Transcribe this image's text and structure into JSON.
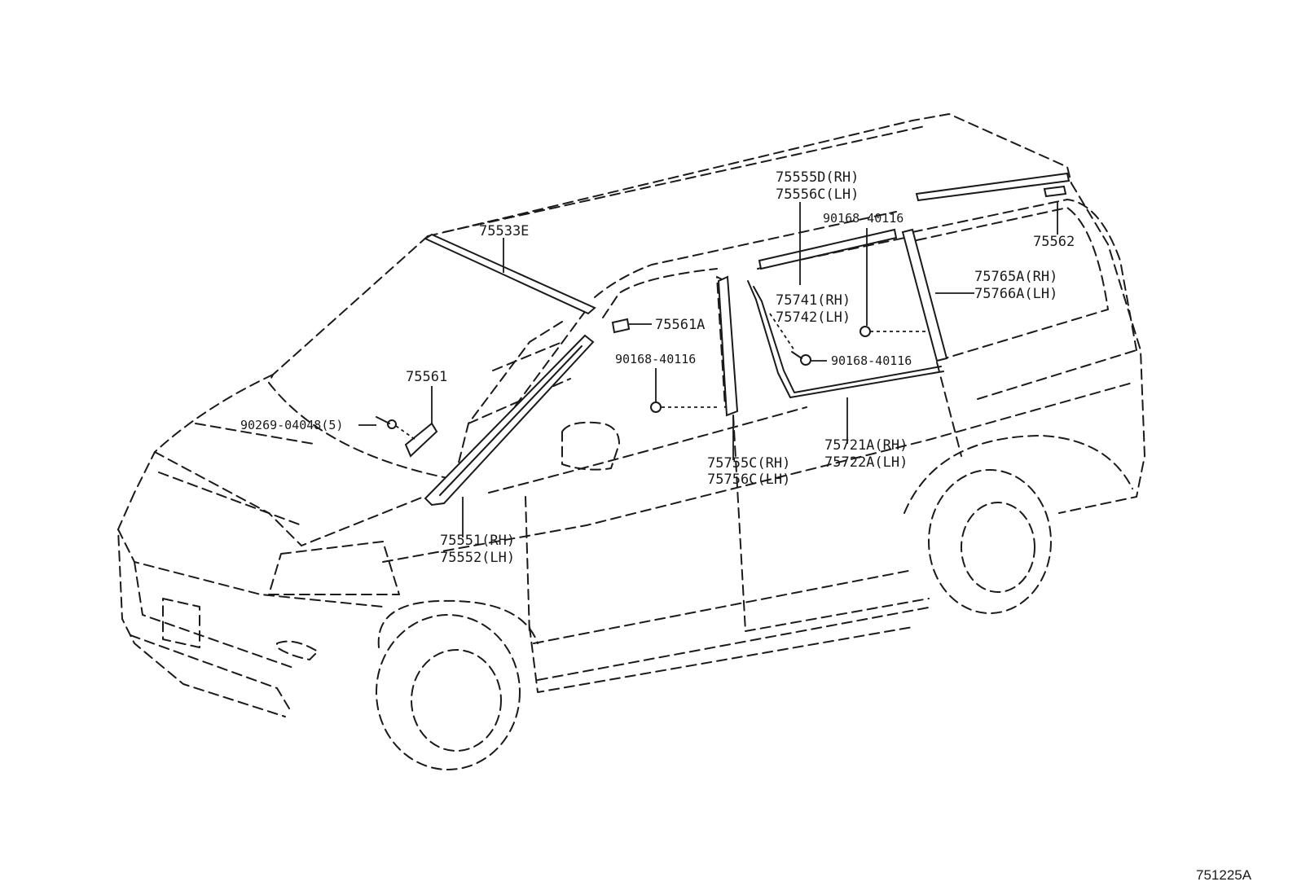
{
  "figure_id": "751225A",
  "callouts": [
    {
      "id": "c-75533e",
      "lines": [
        "75533E"
      ]
    },
    {
      "id": "c-75555d",
      "lines": [
        "75555D(RH)",
        "75556C(LH)"
      ]
    },
    {
      "id": "c-75562",
      "lines": [
        "75562"
      ]
    },
    {
      "id": "c-75741",
      "lines": [
        "75741(RH)",
        "75742(LH)"
      ]
    },
    {
      "id": "c-90168-a",
      "lines": [
        "90168-40116"
      ]
    },
    {
      "id": "c-75765a",
      "lines": [
        "75765A(RH)",
        "75766A(LH)"
      ]
    },
    {
      "id": "c-75561a",
      "lines": [
        "75561A"
      ]
    },
    {
      "id": "c-90168-b",
      "lines": [
        "90168-40116"
      ]
    },
    {
      "id": "c-90168-c",
      "lines": [
        "90168-40116"
      ]
    },
    {
      "id": "c-75561",
      "lines": [
        "75561"
      ]
    },
    {
      "id": "c-90269",
      "lines": [
        "90269-04048(5)"
      ]
    },
    {
      "id": "c-75755c",
      "lines": [
        "75755C(RH)",
        "75756C(LH)"
      ]
    },
    {
      "id": "c-75721a",
      "lines": [
        "75721A(RH)",
        "75722A(LH)"
      ]
    },
    {
      "id": "c-75551",
      "lines": [
        "75551(RH)",
        "75552(LH)"
      ]
    }
  ]
}
